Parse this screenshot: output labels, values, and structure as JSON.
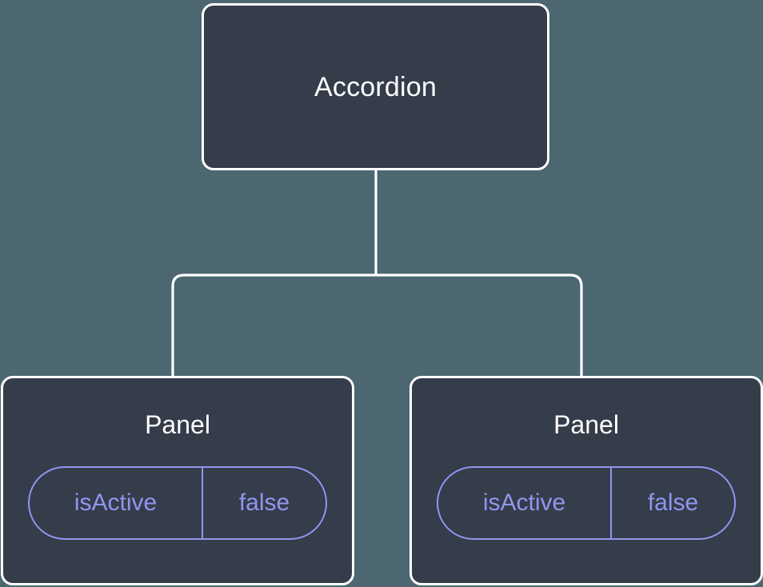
{
  "diagram": {
    "type": "component-tree",
    "background_color": "#4c6770",
    "node_fill_color": "#353c4a",
    "node_border_color": "#ffffff",
    "edge_color": "#ffffff",
    "prop_accent_color": "#8e97f0",
    "root": {
      "name": "root-node",
      "title": "Accordion"
    },
    "children": [
      {
        "name": "panel-node-1",
        "title": "Panel",
        "props": [
          {
            "key": "isActive",
            "value": "false"
          }
        ]
      },
      {
        "name": "panel-node-2",
        "title": "Panel",
        "props": [
          {
            "key": "isActive",
            "value": "false"
          }
        ]
      }
    ]
  }
}
